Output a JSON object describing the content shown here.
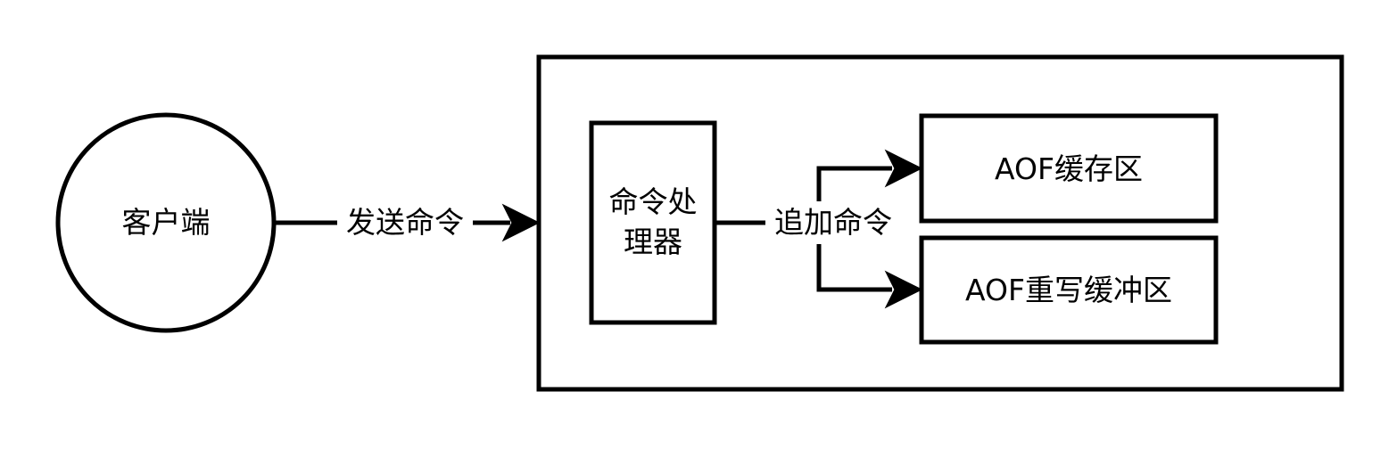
{
  "nodes": {
    "client": {
      "label": "客户端",
      "shape": "circle"
    },
    "processor": {
      "label": "命令处\n理器",
      "shape": "rect"
    },
    "aof_buffer": {
      "label": "AOF缓存区",
      "shape": "rect"
    },
    "aof_rewrite_buffer": {
      "label": "AOF重写缓冲区",
      "shape": "rect"
    },
    "server_container": {
      "label": "",
      "shape": "rect"
    }
  },
  "edges": {
    "send_command": {
      "from": "client",
      "to": "server_container",
      "label": "发送命令"
    },
    "append_command": {
      "from": "processor",
      "to": [
        "aof_buffer",
        "aof_rewrite_buffer"
      ],
      "label": "追加命令"
    }
  },
  "style": {
    "stroke": "#000000",
    "fill": "#ffffff",
    "text": "#000000"
  }
}
